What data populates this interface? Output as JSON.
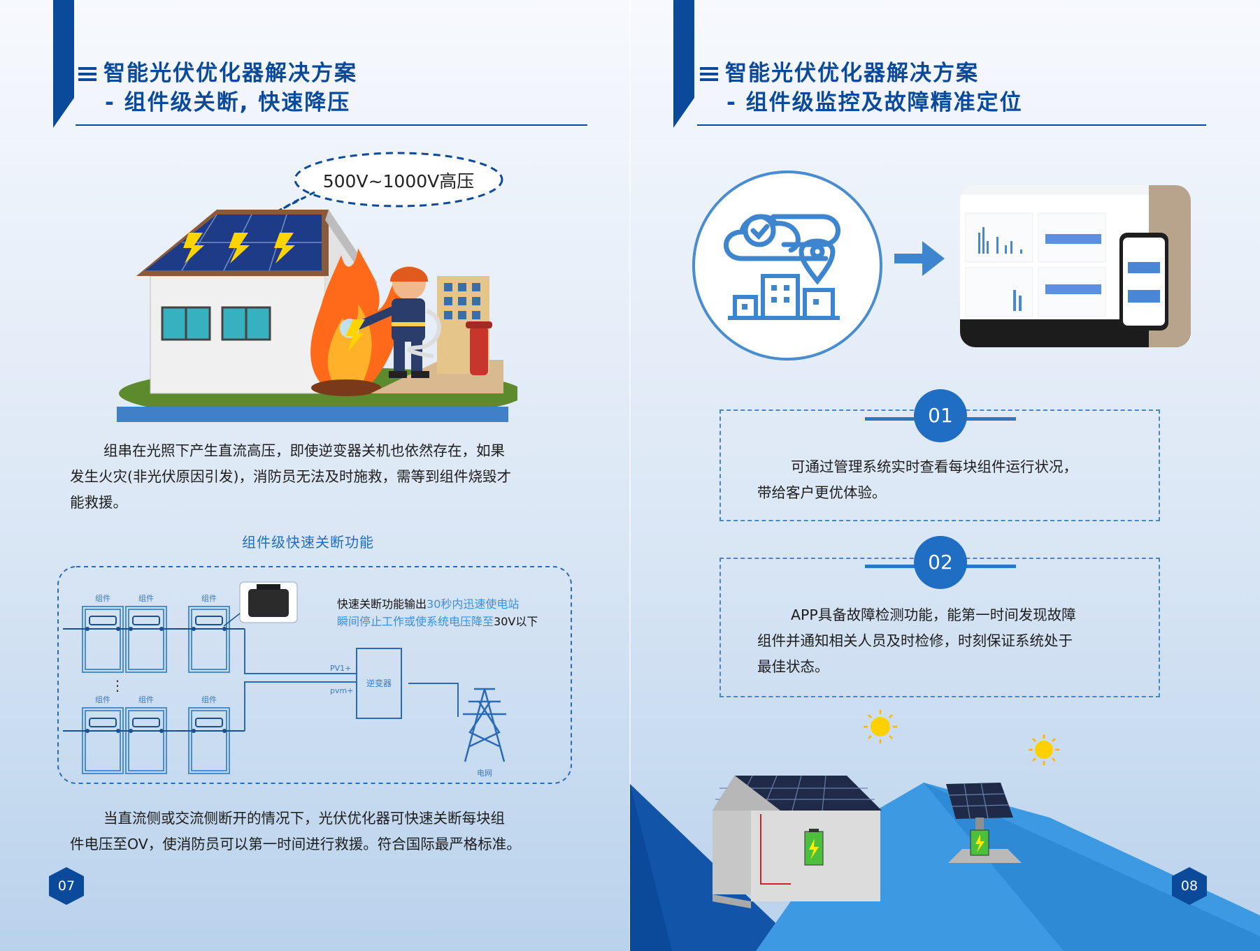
{
  "left_page": {
    "title_line1": "智能光伏优化器解决方案",
    "title_line2": "- 组件级关断, 快速降压",
    "bubble_text": "500V~1000V高压",
    "para1_line1": "组串在光照下产生直流高压，即使逆变器关机也依然存在，如果",
    "para1_line2": "发生火灾(非光伏原因引发)，消防员无法及时施救，需等到组件烧毁才",
    "para1_line3": "能救援。",
    "section_label": "组件级快速关断功能",
    "diagram": {
      "panel_label": "组件",
      "callout_prefix": "快速关断功能输出",
      "callout_highlight1": "30秒内迅速使电站",
      "callout_highlight2": "瞬间停止工作或使系统电压降至",
      "callout_suffix": "30V以下",
      "pv_plus": "PV1+",
      "pv_minus": "pvm+",
      "inverter": "逆变器",
      "grid": "电网"
    },
    "para2_line1": "当直流侧或交流侧断开的情况下，光伏优化器可快速关断每块组",
    "para2_line2": "件电压至OV，使消防员可以第一时间进行救援。符合国际最严格标准。",
    "page_number": "07"
  },
  "right_page": {
    "title_line1": "智能光伏优化器解决方案",
    "title_line2": "- 组件级监控及故障精准定位",
    "card1": {
      "number": "01",
      "line1": "可通过管理系统实时查看每块组件运行状况，",
      "line2": "带给客户更优体验。"
    },
    "card2": {
      "number": "02",
      "line1": "APP具备故障检测功能，能第一时间发现故障",
      "line2": "组件并通知相关人员及时检修，时刻保证系统处于",
      "line3": "最佳状态。"
    },
    "page_number": "08"
  },
  "colors": {
    "primary": "#0b4a9b",
    "accent": "#1f6ec3",
    "light_blue": "#3b9ae0"
  }
}
